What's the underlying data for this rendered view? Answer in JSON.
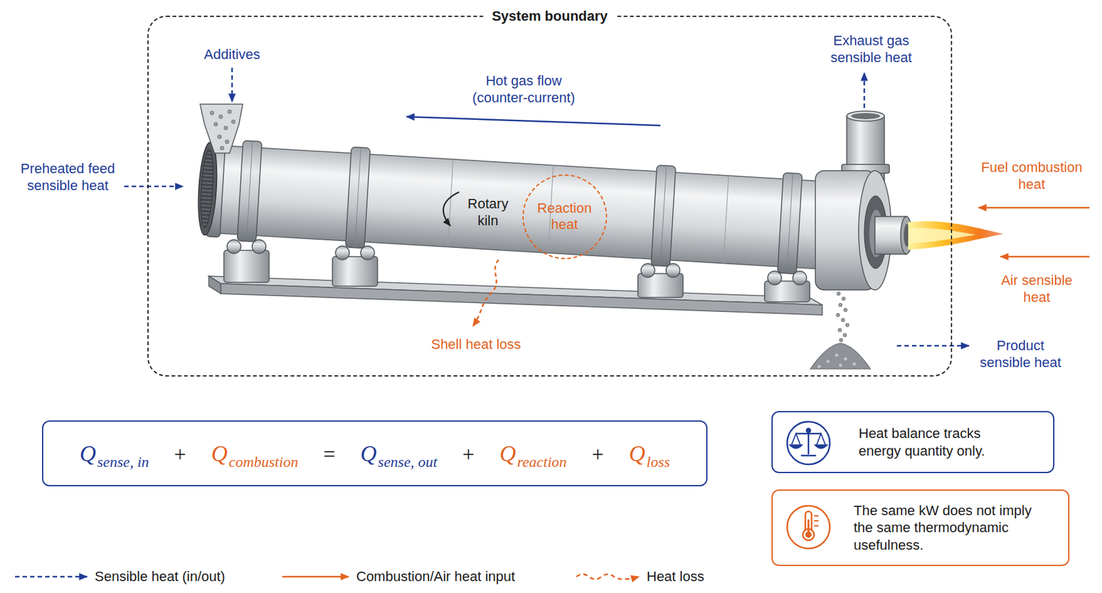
{
  "diagram": {
    "nodes": [
      {
        "text": [
          "System boundary"
        ]
      },
      {
        "text": [
          "Reaction heat"
        ],
        "in": 0
      },
      {
        "text": [
          "Q",
          "sense, in",
          "+",
          "Q",
          "combustion",
          "=",
          "Q",
          "sense, out",
          "+",
          "Q",
          "reaction",
          "+",
          "Q",
          "loss"
        ]
      },
      {
        "text": [
          "Heat balance tracks energy quantity only."
        ]
      },
      {
        "text": [
          "The same kW does not imply the same thermodynamic usefulness."
        ]
      }
    ],
    "labels": [
      "Additives",
      "Preheated feed sensible heat",
      "Hot gas flow (counter-current)",
      "Exhaust gas sensible heat",
      "Fuel combustion heat",
      "Air sensible heat",
      "Rotary kiln",
      "Shell heat loss",
      "Product sensible heat"
    ],
    "legend": [
      {
        "text": "Sensible heat (in/out)"
      },
      {
        "text": "Combustion/Air heat input"
      },
      {
        "text": "Heat loss"
      }
    ]
  }
}
